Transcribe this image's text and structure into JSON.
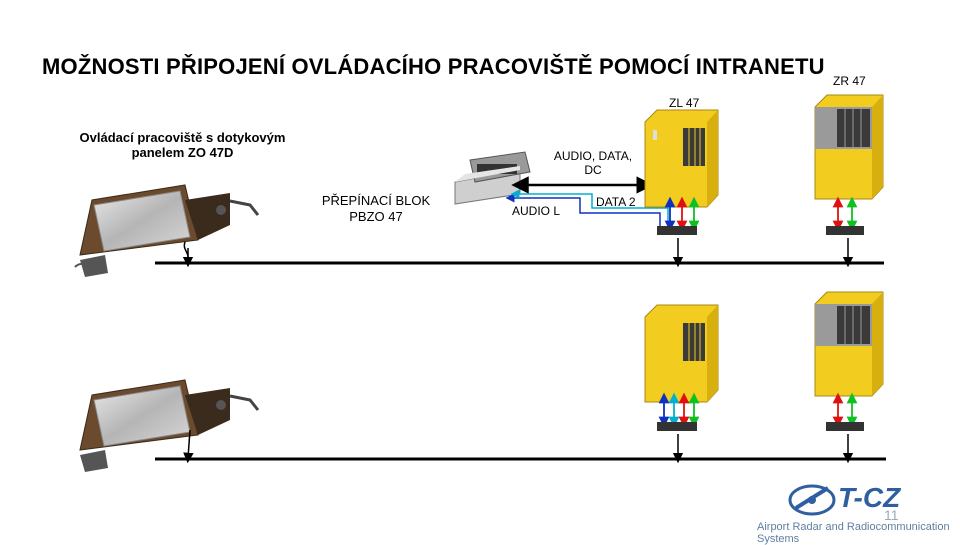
{
  "title": "MOŽNOSTI  PŘIPOJENÍ OVLÁDACÍHO PRACOVIŠTĚ  POMOCÍ  INTRANETU",
  "operator_station": {
    "label_line1": "Ovládací pracoviště s dotykovým",
    "label_line2": "panelem ZO 47D"
  },
  "switch_block": {
    "label_line1": "PŘEPÍNACÍ BLOK",
    "label_line2": "PBZO 47"
  },
  "links": {
    "audio_data_line1": "AUDIO, DATA,",
    "audio_data_line2": "DC",
    "audio_l": "AUDIO  L",
    "data_2": "DATA 2"
  },
  "units": {
    "zl": "ZL 47",
    "zr": "ZR 47"
  },
  "colors": {
    "unit_yellow": "#f2cc1f",
    "unit_dark": "#3a3a3a",
    "arrow_red": "#e01010",
    "arrow_green": "#10c020",
    "arrow_blue": "#1030c0",
    "arrow_cyan": "#00b0d0",
    "network_line": "#000000"
  },
  "logo": {
    "mark": "T-CZ",
    "tagline": "Airport Radar and Radiocommunication Systems"
  },
  "page_number": "11"
}
